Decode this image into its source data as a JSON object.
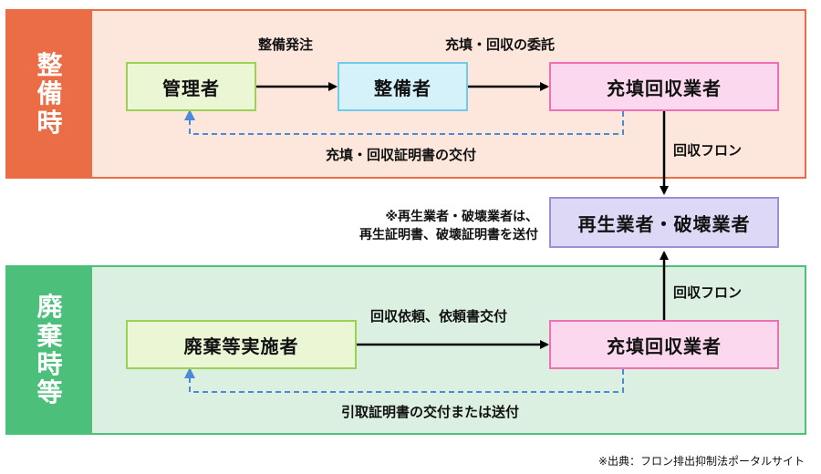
{
  "sections": {
    "maintenance": "整備時",
    "disposal": "廃棄時等"
  },
  "boxes": {
    "manager": "管理者",
    "maintainer": "整備者",
    "filler_top": "充填回収業者",
    "recycler": "再生業者・破壊業者",
    "disposer": "廃棄等実施者",
    "filler_bottom": "充填回収業者"
  },
  "labels": {
    "order": "整備発注",
    "entrust": "充填・回収の委託",
    "certificate": "充填・回収証明書の交付",
    "recover_top": "回収フロン",
    "request": "回収依頼、依頼書交付",
    "recover_bottom": "回収フロン",
    "handover": "引取証明書の交付または送付"
  },
  "note": {
    "line1": "※再生業者・破壊業者は、",
    "line2": "再生証明書、破壊証明書を送付"
  },
  "source": "※出典：フロン排出抑制法ポータルサイト",
  "colors": {
    "maintenance": "#ea6d45",
    "disposal": "#4cbf7a",
    "dashed_arrow": "#4a8ad6"
  }
}
